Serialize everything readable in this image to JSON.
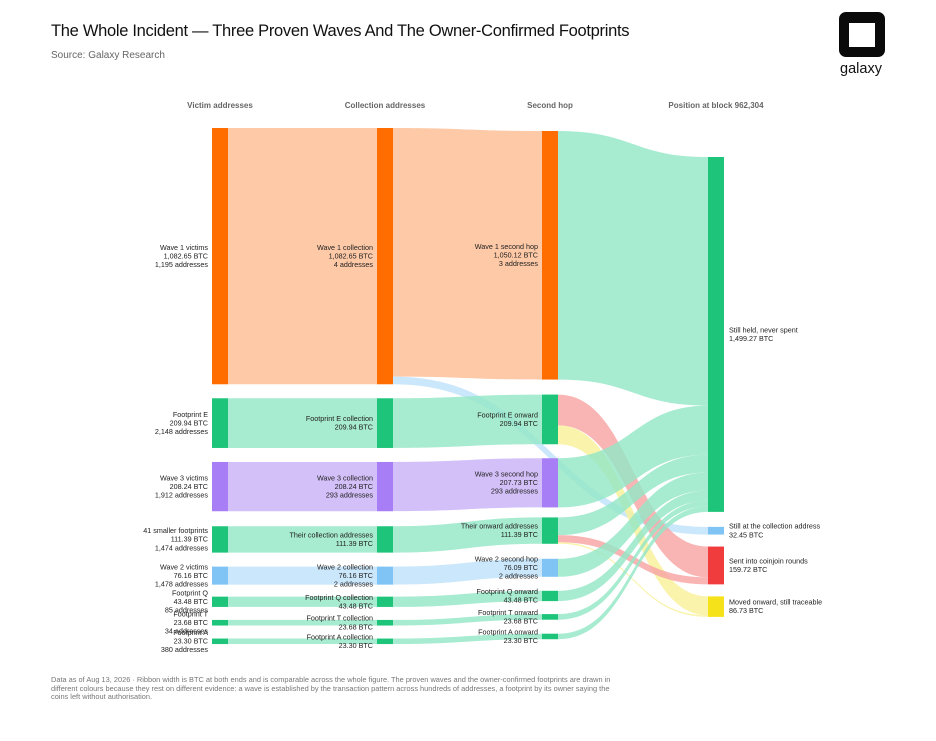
{
  "header": {
    "title": "The Whole Incident — Three Proven Waves And The Owner-Confirmed Footprints",
    "source": "Source: Galaxy Research",
    "logo_text": "galaxy"
  },
  "footnote": "Data as of Aug 13, 2026 · Ribbon width is BTC at both ends and is comparable across the whole figure. The proven waves and the owner-confirmed footprints are drawn in different colours because they rest on different evidence: a wave is established by the transaction pattern across hundreds of addresses, a footprint by its owner saying the coins left without authorisation.",
  "colors": {
    "wave1": "#ff6d00",
    "wave1_link": "#fdbd94",
    "footprint": "#1ec47a",
    "footprint_link": "#94e6c6",
    "wave3": "#a77ef5",
    "wave3_link": "#c9b2f8",
    "wave2": "#7fc4f4",
    "wave2_link": "#bfe2fa",
    "held": "#1ec47a",
    "collection_addr": "#7fc4f4",
    "coinjoin": "#f03c3c",
    "coinjoin_link": "#f8a4a4",
    "traceable": "#f6e21a",
    "traceable_link": "#f8f09a"
  },
  "chart_data": {
    "type": "sankey",
    "units": "BTC",
    "stages": [
      "Victim addresses",
      "Collection addresses",
      "Second hop",
      "Position at block 962,304"
    ],
    "nodes": [
      {
        "id": "v_w1",
        "stage": 0,
        "name": "Wave 1 victims",
        "btc_label": "1,082.65 BTC",
        "count": "1,195 addresses",
        "value": 1082.65,
        "color": "wave1"
      },
      {
        "id": "v_e",
        "stage": 0,
        "name": "Footprint E",
        "btc_label": "209.94 BTC",
        "count": "2,148 addresses",
        "value": 209.94,
        "color": "footprint"
      },
      {
        "id": "v_w3",
        "stage": 0,
        "name": "Wave 3 victims",
        "btc_label": "208.24 BTC",
        "count": "1,912 addresses",
        "value": 208.24,
        "color": "wave3"
      },
      {
        "id": "v_s",
        "stage": 0,
        "name": "41 smaller footprints",
        "btc_label": "111.39 BTC",
        "count": "1,474 addresses",
        "value": 111.39,
        "color": "footprint"
      },
      {
        "id": "v_w2",
        "stage": 0,
        "name": "Wave 2 victims",
        "btc_label": "76.16 BTC",
        "count": "1,478 addresses",
        "value": 76.16,
        "color": "wave2"
      },
      {
        "id": "v_q",
        "stage": 0,
        "name": "Footprint Q",
        "btc_label": "43.48 BTC",
        "count": "85 addresses",
        "value": 43.48,
        "color": "footprint"
      },
      {
        "id": "v_t",
        "stage": 0,
        "name": "Footprint T",
        "btc_label": "23.68 BTC",
        "count": "34 addresses",
        "value": 23.68,
        "color": "footprint"
      },
      {
        "id": "v_a",
        "stage": 0,
        "name": "Footprint A",
        "btc_label": "23.30 BTC",
        "count": "380 addresses",
        "value": 23.3,
        "color": "footprint"
      },
      {
        "id": "c_w1",
        "stage": 1,
        "name": "Wave 1 collection",
        "btc_label": "1,082.65 BTC",
        "count": "4 addresses",
        "value": 1082.65,
        "color": "wave1"
      },
      {
        "id": "c_e",
        "stage": 1,
        "name": "Footprint E collection",
        "btc_label": "209.94 BTC",
        "count": "",
        "value": 209.94,
        "color": "footprint"
      },
      {
        "id": "c_w3",
        "stage": 1,
        "name": "Wave 3 collection",
        "btc_label": "208.24 BTC",
        "count": "293 addresses",
        "value": 208.24,
        "color": "wave3"
      },
      {
        "id": "c_s",
        "stage": 1,
        "name": "Their collection addresses",
        "btc_label": "111.39 BTC",
        "count": "",
        "value": 111.39,
        "color": "footprint"
      },
      {
        "id": "c_w2",
        "stage": 1,
        "name": "Wave 2 collection",
        "btc_label": "76.16 BTC",
        "count": "2 addresses",
        "value": 76.16,
        "color": "wave2"
      },
      {
        "id": "c_q",
        "stage": 1,
        "name": "Footprint Q collection",
        "btc_label": "43.48 BTC",
        "count": "",
        "value": 43.48,
        "color": "footprint"
      },
      {
        "id": "c_t",
        "stage": 1,
        "name": "Footprint T collection",
        "btc_label": "23.68 BTC",
        "count": "",
        "value": 23.68,
        "color": "footprint"
      },
      {
        "id": "c_a",
        "stage": 1,
        "name": "Footprint A collection",
        "btc_label": "23.30 BTC",
        "count": "",
        "value": 23.3,
        "color": "footprint"
      },
      {
        "id": "h_w1",
        "stage": 2,
        "name": "Wave 1 second hop",
        "btc_label": "1,050.12 BTC",
        "count": "3 addresses",
        "value": 1050.12,
        "color": "wave1"
      },
      {
        "id": "h_e",
        "stage": 2,
        "name": "Footprint E onward",
        "btc_label": "209.94 BTC",
        "count": "",
        "value": 209.94,
        "color": "footprint"
      },
      {
        "id": "h_w3",
        "stage": 2,
        "name": "Wave 3 second hop",
        "btc_label": "207.73 BTC",
        "count": "293 addresses",
        "value": 207.73,
        "color": "wave3"
      },
      {
        "id": "h_s",
        "stage": 2,
        "name": "Their onward addresses",
        "btc_label": "111.39 BTC",
        "count": "",
        "value": 111.39,
        "color": "footprint"
      },
      {
        "id": "h_w2",
        "stage": 2,
        "name": "Wave 2 second hop",
        "btc_label": "76.09 BTC",
        "count": "2 addresses",
        "value": 76.09,
        "color": "wave2"
      },
      {
        "id": "h_q",
        "stage": 2,
        "name": "Footprint Q onward",
        "btc_label": "43.48 BTC",
        "count": "",
        "value": 43.48,
        "color": "footprint"
      },
      {
        "id": "h_t",
        "stage": 2,
        "name": "Footprint T onward",
        "btc_label": "23.68 BTC",
        "count": "",
        "value": 23.68,
        "color": "footprint"
      },
      {
        "id": "h_a",
        "stage": 2,
        "name": "Footprint A onward",
        "btc_label": "23.30 BTC",
        "count": "",
        "value": 23.3,
        "color": "footprint"
      },
      {
        "id": "p_held",
        "stage": 3,
        "name": "Still held, never spent",
        "btc_label": "1,499.27 BTC",
        "count": "",
        "value": 1499.27,
        "color": "held"
      },
      {
        "id": "p_coll",
        "stage": 3,
        "name": "Still at the collection address",
        "btc_label": "32.45 BTC",
        "count": "",
        "value": 32.45,
        "color": "collection_addr"
      },
      {
        "id": "p_cj",
        "stage": 3,
        "name": "Sent into coinjoin rounds",
        "btc_label": "159.72 BTC",
        "count": "",
        "value": 159.72,
        "color": "coinjoin"
      },
      {
        "id": "p_tr",
        "stage": 3,
        "name": "Moved onward, still traceable",
        "btc_label": "86.73 BTC",
        "count": "",
        "value": 86.73,
        "color": "traceable"
      }
    ],
    "links": [
      {
        "source": "v_w1",
        "target": "c_w1",
        "value": 1082.65,
        "color": "wave1_link"
      },
      {
        "source": "v_e",
        "target": "c_e",
        "value": 209.94,
        "color": "footprint_link"
      },
      {
        "source": "v_w3",
        "target": "c_w3",
        "value": 208.24,
        "color": "wave3_link"
      },
      {
        "source": "v_s",
        "target": "c_s",
        "value": 111.39,
        "color": "footprint_link"
      },
      {
        "source": "v_w2",
        "target": "c_w2",
        "value": 76.16,
        "color": "wave2_link"
      },
      {
        "source": "v_q",
        "target": "c_q",
        "value": 43.48,
        "color": "footprint_link"
      },
      {
        "source": "v_t",
        "target": "c_t",
        "value": 23.68,
        "color": "footprint_link"
      },
      {
        "source": "v_a",
        "target": "c_a",
        "value": 23.3,
        "color": "footprint_link"
      },
      {
        "source": "c_w1",
        "target": "h_w1",
        "value": 1050.12,
        "color": "wave1_link"
      },
      {
        "source": "c_w1",
        "target": "p_coll",
        "value": 32.53,
        "color": "wave2_link"
      },
      {
        "source": "c_e",
        "target": "h_e",
        "value": 209.94,
        "color": "footprint_link"
      },
      {
        "source": "c_w3",
        "target": "h_w3",
        "value": 207.73,
        "color": "wave3_link"
      },
      {
        "source": "c_s",
        "target": "h_s",
        "value": 111.39,
        "color": "footprint_link"
      },
      {
        "source": "c_w2",
        "target": "h_w2",
        "value": 76.09,
        "color": "wave2_link"
      },
      {
        "source": "c_q",
        "target": "h_q",
        "value": 43.48,
        "color": "footprint_link"
      },
      {
        "source": "c_t",
        "target": "h_t",
        "value": 23.68,
        "color": "footprint_link"
      },
      {
        "source": "c_a",
        "target": "h_a",
        "value": 23.3,
        "color": "footprint_link"
      },
      {
        "source": "h_w1",
        "target": "p_held",
        "value": 1050.12,
        "color": "footprint_link"
      },
      {
        "source": "h_e",
        "target": "p_cj",
        "value": 130.0,
        "color": "coinjoin_link"
      },
      {
        "source": "h_e",
        "target": "p_tr",
        "value": 79.94,
        "color": "traceable_link"
      },
      {
        "source": "h_w3",
        "target": "p_held",
        "value": 207.73,
        "color": "footprint_link"
      },
      {
        "source": "h_s",
        "target": "p_held",
        "value": 75.0,
        "color": "footprint_link"
      },
      {
        "source": "h_s",
        "target": "p_cj",
        "value": 29.72,
        "color": "coinjoin_link"
      },
      {
        "source": "h_s",
        "target": "p_tr",
        "value": 6.67,
        "color": "traceable_link"
      },
      {
        "source": "h_w2",
        "target": "p_held",
        "value": 76.09,
        "color": "footprint_link"
      },
      {
        "source": "h_q",
        "target": "p_held",
        "value": 43.48,
        "color": "footprint_link"
      },
      {
        "source": "h_t",
        "target": "p_held",
        "value": 23.68,
        "color": "footprint_link"
      },
      {
        "source": "h_a",
        "target": "p_held",
        "value": 23.3,
        "color": "footprint_link"
      }
    ]
  }
}
